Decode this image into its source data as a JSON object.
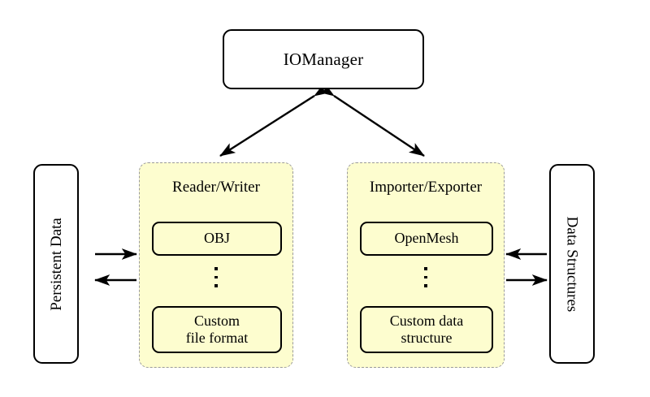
{
  "diagram": {
    "title_node": {
      "label": "IOManager"
    },
    "left_node": {
      "label": "Persistent Data"
    },
    "right_node": {
      "label": "Data Structures"
    },
    "groups": [
      {
        "title": "Reader/Writer",
        "items": [
          {
            "label": "OBJ"
          },
          {
            "label": "Custom\nfile format"
          }
        ],
        "ellipsis": "vertical-dots"
      },
      {
        "title": "Importer/Exporter",
        "items": [
          {
            "label": "OpenMesh"
          },
          {
            "label": "Custom data\nstructure"
          }
        ],
        "ellipsis": "vertical-dots"
      }
    ],
    "connections": [
      {
        "name": "manager-to-reader",
        "kind": "double-headed-diagonal"
      },
      {
        "name": "manager-to-importer",
        "kind": "double-headed-diagonal"
      },
      {
        "name": "persistent-to-reader",
        "kind": "single-arrow-right"
      },
      {
        "name": "reader-to-persistent",
        "kind": "single-arrow-left"
      },
      {
        "name": "structures-to-importer",
        "kind": "single-arrow-left"
      },
      {
        "name": "importer-to-structures",
        "kind": "single-arrow-right"
      }
    ],
    "colors": {
      "group_fill": "#fdfdcf",
      "group_border": "#9a9a9a",
      "node_border": "#000000",
      "node_fill": "#ffffff",
      "text": "#000000"
    }
  }
}
